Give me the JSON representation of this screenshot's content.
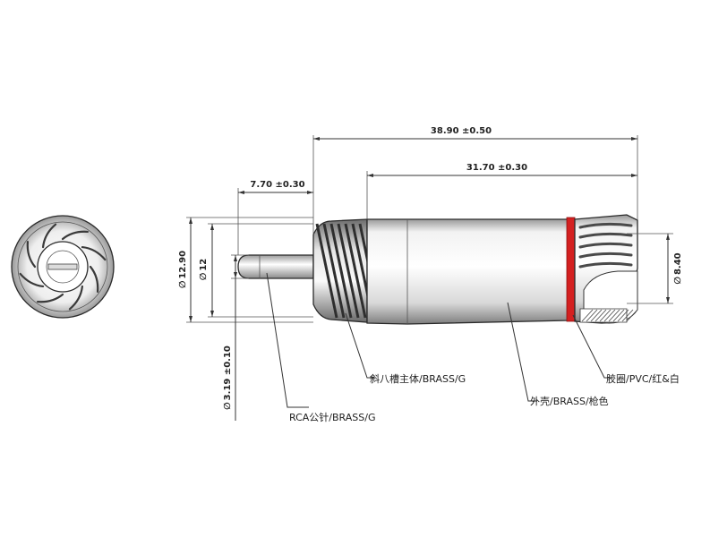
{
  "dimensions": {
    "overall_length": "38.90 ±0.50",
    "body_length": "31.70 ±0.30",
    "pin_length": "7.70 ±0.30",
    "outer_diameter": "12.90",
    "grip_diameter": "12",
    "pin_diameter": "3.19 ±0.10",
    "cable_hole_diameter": "8.40",
    "diameter_symbol": "∅"
  },
  "callouts": {
    "pin": "RCA公针/BRASS/G",
    "knurled_body": "斜八槽主体/BRASS/G",
    "shell": "外壳/BRASS/枪色",
    "ring": "胶圈/PVC/红&白"
  },
  "colors": {
    "ring": "#d42020",
    "shell_light": "#ffffff",
    "shell_dark": "#8f8f8f",
    "line": "#333333"
  }
}
